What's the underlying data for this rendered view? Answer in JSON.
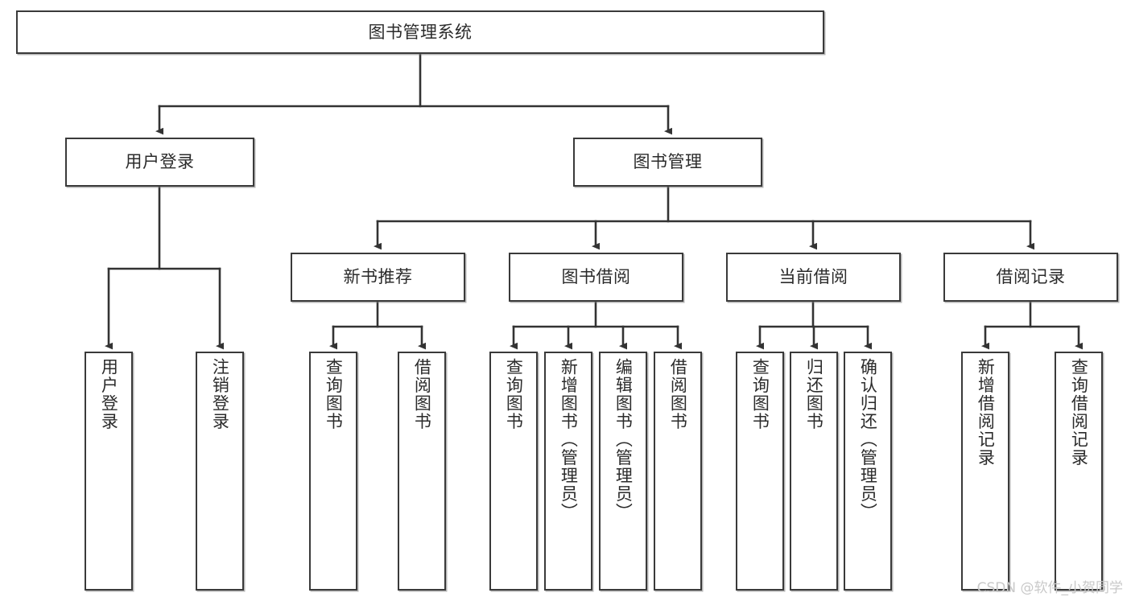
{
  "diagram": {
    "title": "图书管理系统",
    "type": "tree-hierarchy-diagram",
    "root": {
      "id": "root",
      "label": "图书管理系统"
    },
    "level2": [
      {
        "id": "user-login",
        "label": "用户登录"
      },
      {
        "id": "book-manage",
        "label": "图书管理"
      }
    ],
    "level3": [
      {
        "id": "new-book-rec",
        "label": "新书推荐"
      },
      {
        "id": "book-borrow",
        "label": "图书借阅"
      },
      {
        "id": "current-borrow",
        "label": "当前借阅"
      },
      {
        "id": "borrow-record",
        "label": "借阅记录"
      }
    ],
    "leaves": {
      "user_login": [
        {
          "id": "leaf-user-login",
          "label": "用户登录"
        },
        {
          "id": "leaf-logout-login",
          "label": "注销登录"
        }
      ],
      "new_book_rec": [
        {
          "id": "leaf-query-book-1",
          "label": "查询图书"
        },
        {
          "id": "leaf-borrow-book-1",
          "label": "借阅图书"
        }
      ],
      "book_borrow": [
        {
          "id": "leaf-query-book-2",
          "label": "查询图书"
        },
        {
          "id": "leaf-add-book",
          "label": "新增图书（管理员）"
        },
        {
          "id": "leaf-edit-book",
          "label": "编辑图书（管理员）"
        },
        {
          "id": "leaf-borrow-book-2",
          "label": "借阅图书"
        }
      ],
      "current_borrow": [
        {
          "id": "leaf-query-book-3",
          "label": "查询图书"
        },
        {
          "id": "leaf-return-book",
          "label": "归还图书"
        },
        {
          "id": "leaf-confirm-return",
          "label": "确认归还（管理员）"
        }
      ],
      "borrow_record": [
        {
          "id": "leaf-add-record",
          "label": "新增借阅记录"
        },
        {
          "id": "leaf-query-record",
          "label": "查询借阅记录"
        }
      ]
    }
  },
  "watermark": {
    "text": "CSDN @软件_小贺同学"
  },
  "colors": {
    "box_border": "#3a3a3a",
    "box_fill": "#ffffff",
    "text": "#2b2b2b",
    "edge": "#333333",
    "watermark": "#c9c9c9",
    "background": "#ffffff"
  }
}
